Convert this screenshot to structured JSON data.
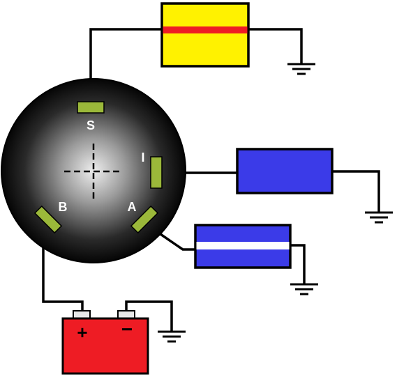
{
  "terminals": {
    "s_label": "S",
    "i_label": "I",
    "a_label": "A",
    "b_label": "B"
  },
  "battery": {
    "positive_sign": "+",
    "negative_sign": "−"
  },
  "colors": {
    "switch_body_center": "#e8e8e8",
    "switch_body_edge": "#050505",
    "terminal": "#9bb83a",
    "starter_device": "#fff200",
    "starter_stripe": "#ee1c24",
    "ignition_device": "#3b3be8",
    "accessory_device": "#3b3be8",
    "accessory_stripe": "#ffffff",
    "battery": "#ee1c24",
    "wire": "#000000"
  },
  "icons": {
    "ground": "ground-symbol-icon",
    "crosshair": "crosshair-icon"
  }
}
